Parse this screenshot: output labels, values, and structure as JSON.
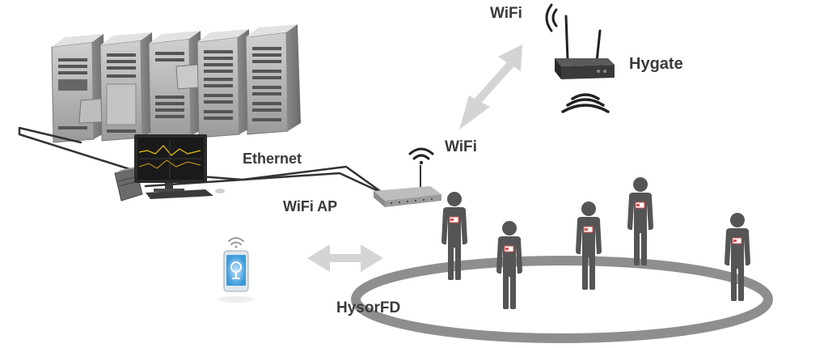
{
  "labels": {
    "wifi_top": "WiFi",
    "hygate": "Hygate",
    "wifi_mid": "WiFi",
    "ethernet": "Ethernet",
    "wifi_ap": "WiFi AP",
    "hysorfd": "HysorFD"
  },
  "icons": {
    "wifi_signal": "wifi-icon",
    "radio_waves": "radio-waves-icon",
    "bidirectional_arrow": "double-arrow-icon",
    "person": "person-icon"
  },
  "colors": {
    "label_text": "#3a3a3a",
    "arrow_gray": "#d4d4d4",
    "person_gray": "#555555",
    "ring_gray": "#8e8e8e",
    "badge_red": "#d9534f",
    "phone_blue": "#3c9ad8",
    "monitor_screen": "#1a1a1a",
    "monitor_trace": "#f1c40f"
  }
}
